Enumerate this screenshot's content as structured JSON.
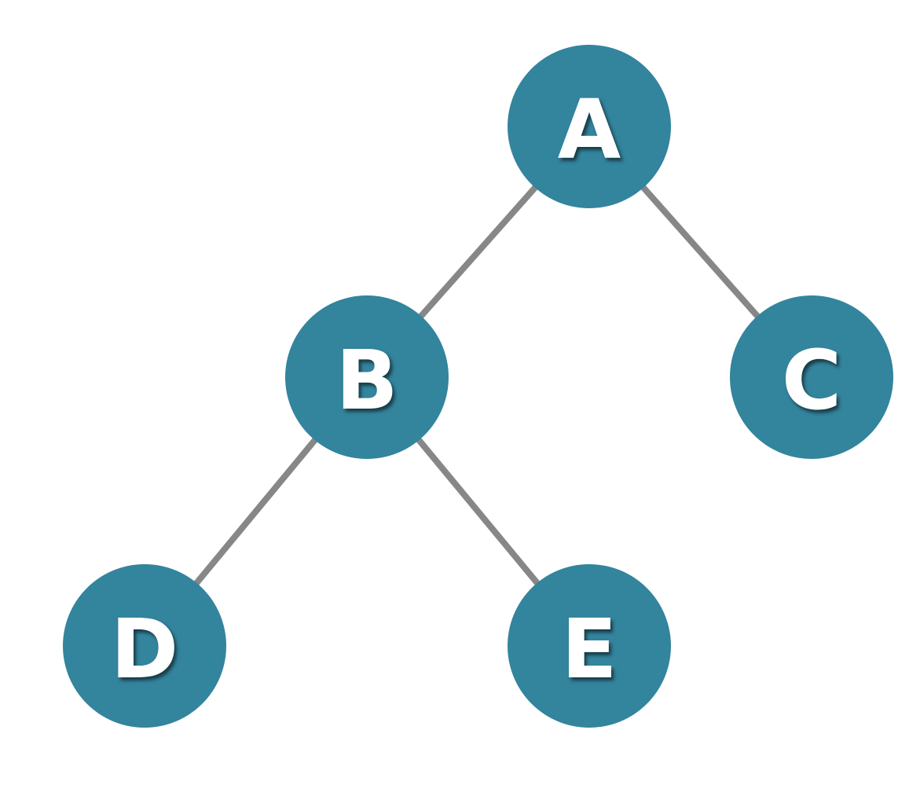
{
  "colors": {
    "node_fill": "#33849d",
    "edge": "#878787",
    "label": "#ffffff"
  },
  "tree": {
    "nodes": [
      {
        "id": "A",
        "label": "A"
      },
      {
        "id": "B",
        "label": "B"
      },
      {
        "id": "C",
        "label": "C"
      },
      {
        "id": "D",
        "label": "D"
      },
      {
        "id": "E",
        "label": "E"
      }
    ],
    "edges": [
      {
        "from": "A",
        "to": "B"
      },
      {
        "from": "A",
        "to": "C"
      },
      {
        "from": "B",
        "to": "D"
      },
      {
        "from": "B",
        "to": "E"
      }
    ]
  }
}
